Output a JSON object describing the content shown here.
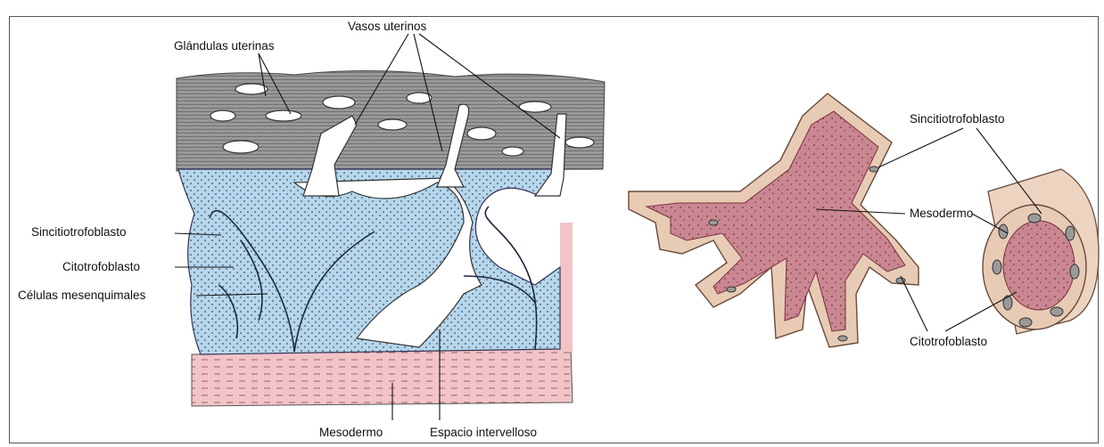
{
  "left_panel": {
    "labels": {
      "glandulas": "Glándulas uterinas",
      "vasos": "Vasos uterinos",
      "sincitio": "Sincitiotrofoblasto",
      "citotro": "Citotrofoblasto",
      "celulas": "Células mesenquimales",
      "mesodermo": "Mesodermo",
      "espacio": "Espacio intervelloso"
    }
  },
  "right_panel": {
    "labels": {
      "sincitio": "Sincitiotrofoblasto",
      "mesodermo": "Mesodermo",
      "citotro": "Citotrofoblasto"
    }
  },
  "colors": {
    "endometrium_gray": "#8e8e8e",
    "villus_blue": "#a9cde6",
    "decidua_pink": "#f2c4c8",
    "villus_core_pink": "#c98891",
    "trophoblast_tan": "#e8cbb4"
  }
}
